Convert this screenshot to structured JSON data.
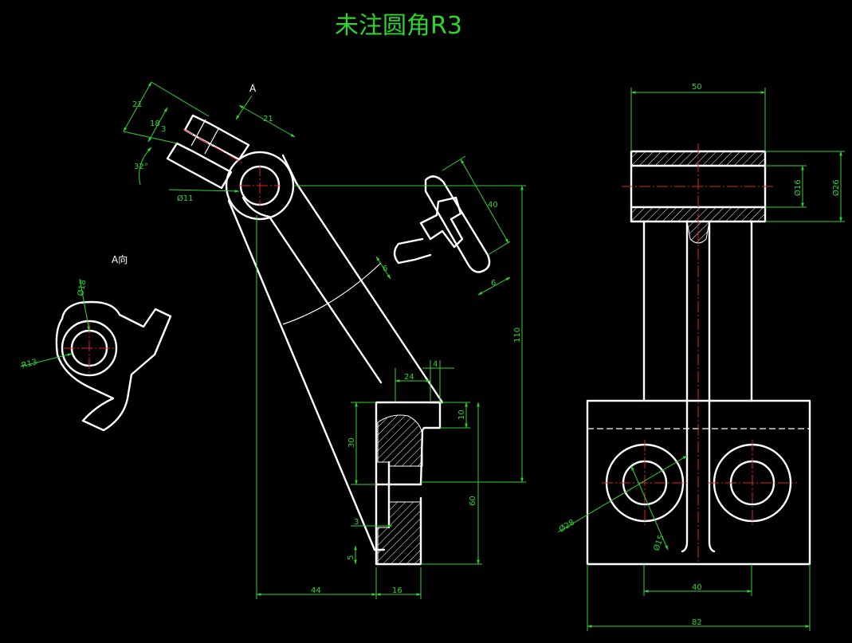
{
  "title": "未注圆角R3",
  "view_a_label": "A向",
  "arrow_label": "A",
  "colors": {
    "background": "#000000",
    "outline": "#ffffff",
    "dimension": "#2fd52f",
    "centerline": "#e52222"
  },
  "dimensions": {
    "left_21a": "21",
    "left_18": "18",
    "left_3": "3",
    "left_32deg": "32°",
    "left_d11": "Ø11",
    "left_21b": "21",
    "rib_40": "40",
    "rib_6a": "6",
    "rib_6b": "6",
    "height_110": "110",
    "base_24": "24",
    "base_4": "4",
    "base_10": "10",
    "base_30": "30",
    "base_60": "60",
    "base_3": "3",
    "base_5": "5",
    "bottom_44": "44",
    "bottom_16": "16",
    "av_d18": "Ø18",
    "av_r13": "R13",
    "rv_50": "50",
    "rv_d16": "Ø16",
    "rv_d26": "Ø26",
    "rv_d28": "Ø28",
    "rv_d15": "Ø15",
    "rv_40": "40",
    "rv_82": "82"
  }
}
